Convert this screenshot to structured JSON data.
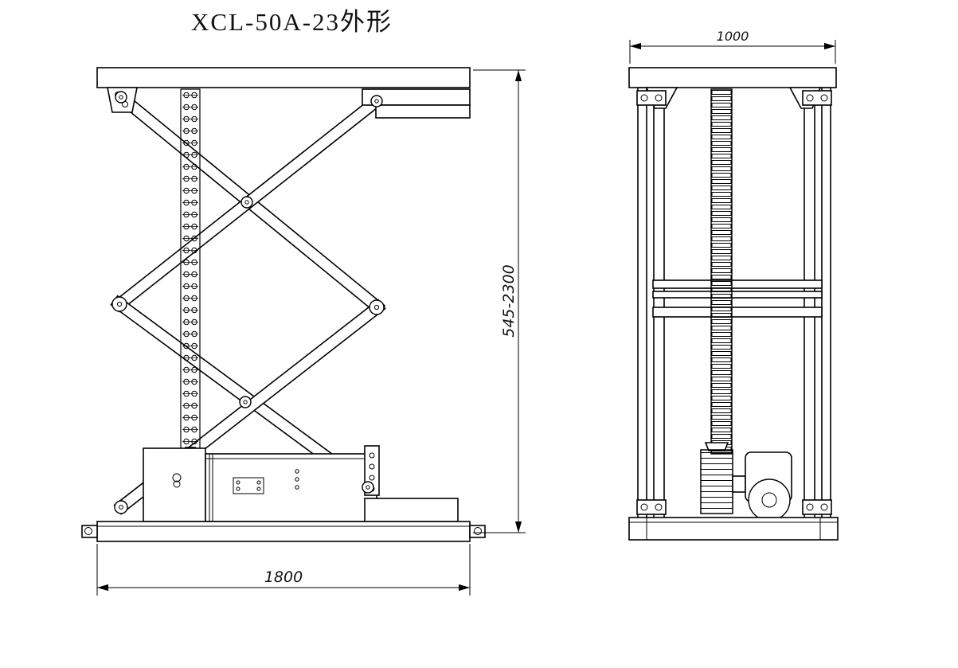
{
  "title": "XCL-50A-23外形",
  "dimensions": {
    "base_width": "1800",
    "height_range": "545-2300",
    "platform_depth": "1000"
  }
}
